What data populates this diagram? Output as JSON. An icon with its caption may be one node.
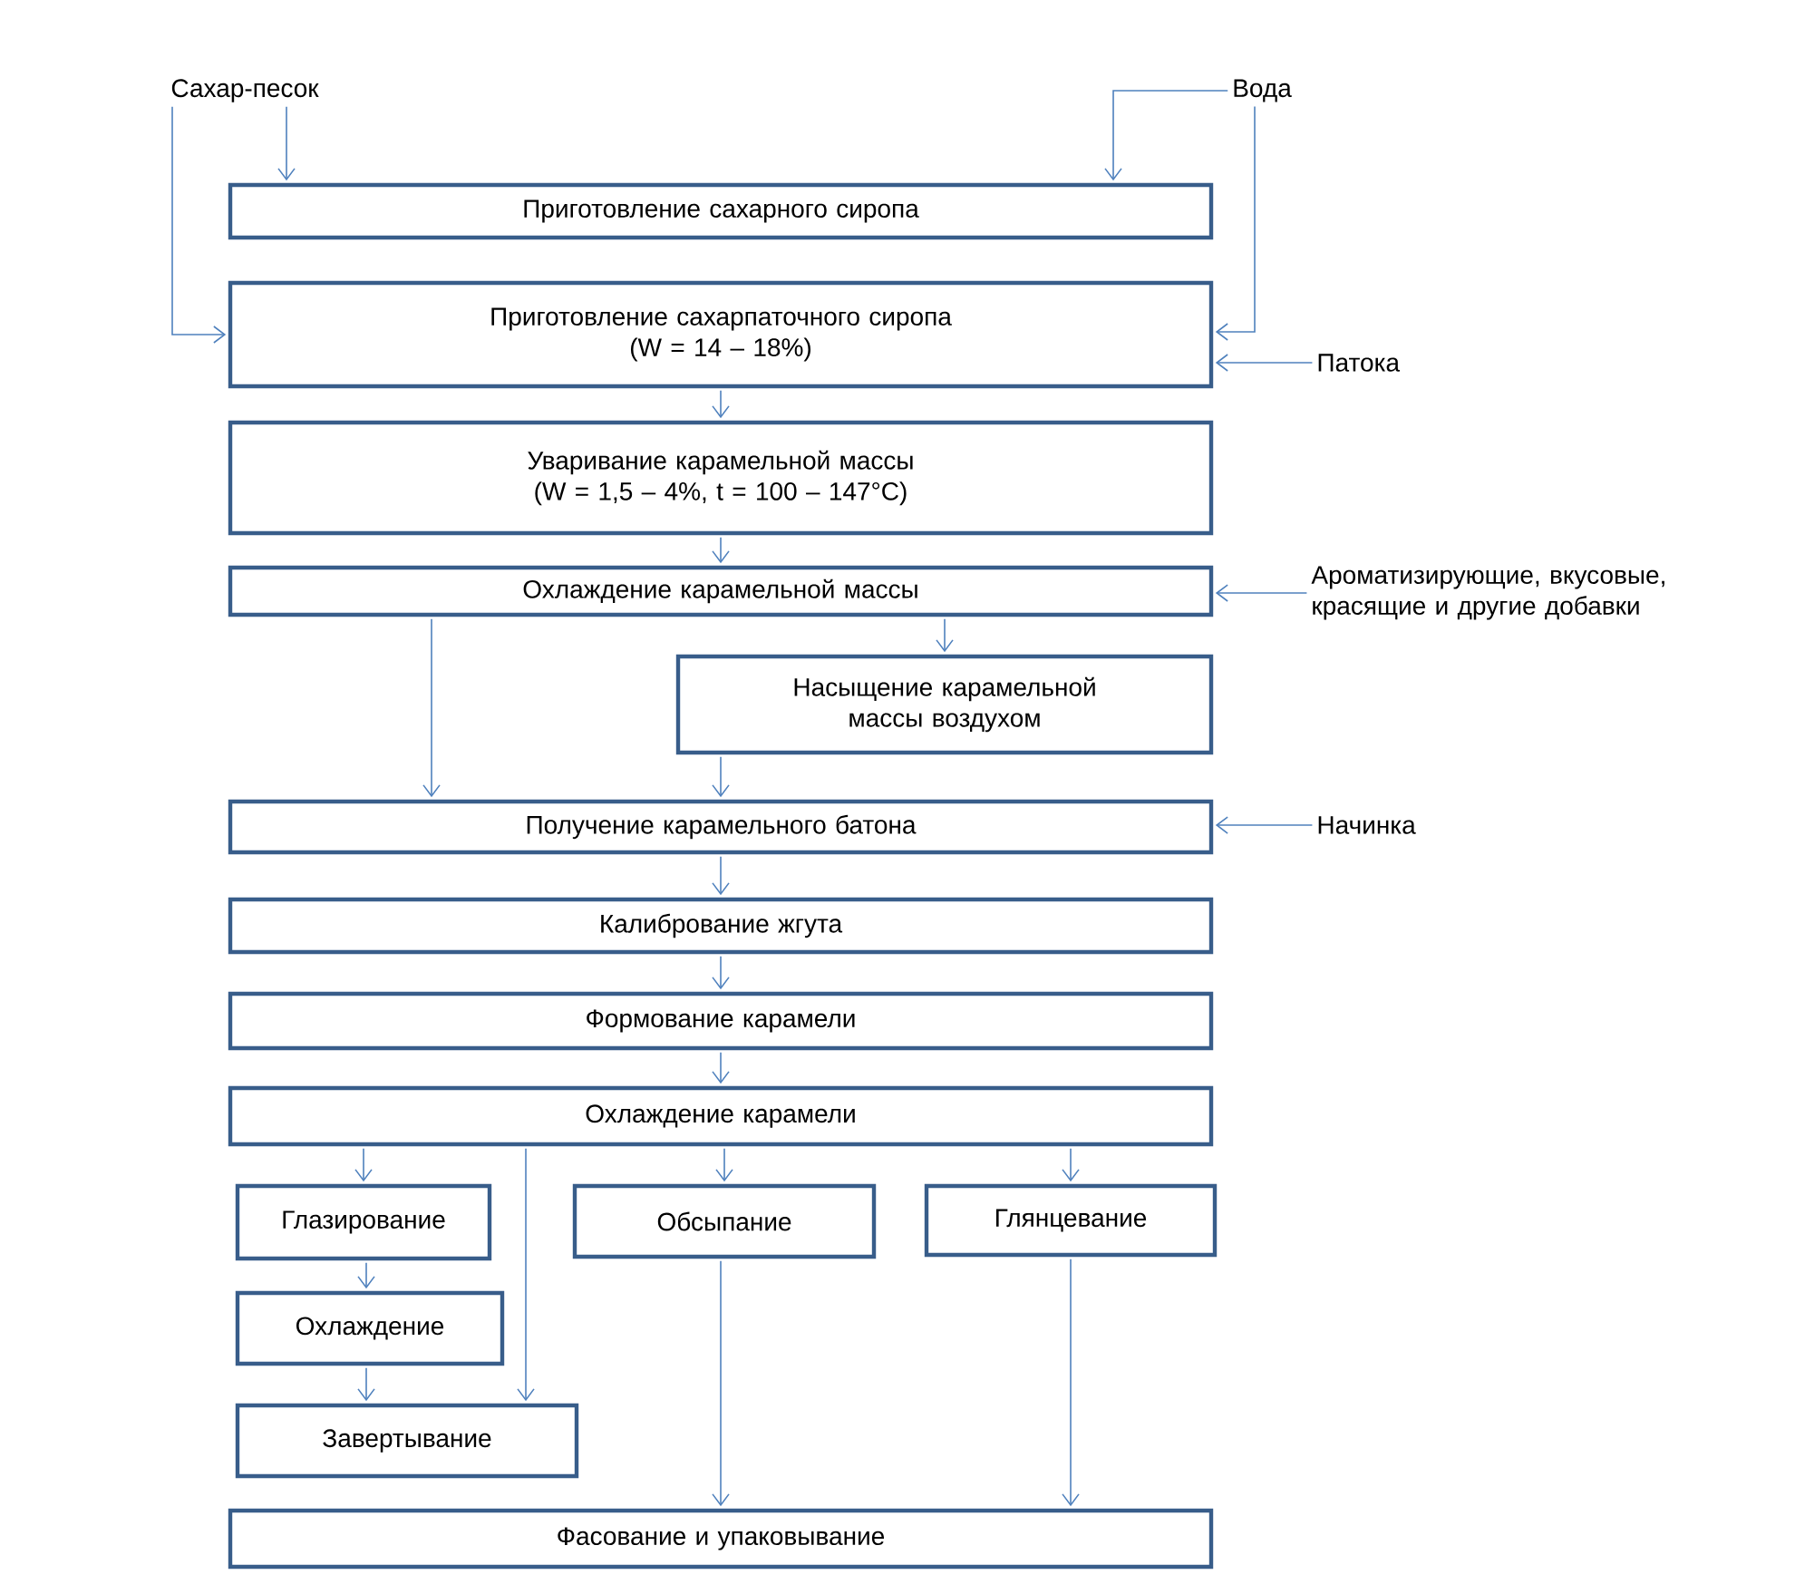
{
  "diagram": {
    "nodes": [
      {
        "text": [
          "Сахар-песок"
        ]
      },
      {
        "text": [
          "Вода"
        ]
      },
      {
        "text": [
          "Приготовление сахарного сиропа"
        ]
      },
      {
        "text": [
          "Приготовление сахарпаточного сиропа",
          "(W = 14 – 18%)"
        ]
      },
      {
        "text": [
          "Патока"
        ]
      },
      {
        "text": [
          "Уваривание карамельной массы",
          "(W = 1,5 – 4%, t = 100 – 147°C)"
        ]
      },
      {
        "text": [
          "Охлаждение карамельной массы"
        ]
      },
      {
        "text": [
          "Ароматизирующие, вкусовые, красящие и другие добавки"
        ]
      },
      {
        "text": [
          "Насыщение карамельной массы воздухом"
        ]
      },
      {
        "text": [
          "Получение карамельного батона"
        ]
      },
      {
        "text": [
          "Начинка"
        ]
      },
      {
        "text": [
          "Калибрование жгута"
        ]
      },
      {
        "text": [
          "Формование карамели"
        ]
      },
      {
        "text": [
          "Охлаждение карамели"
        ]
      },
      {
        "text": [
          "Глазирование"
        ]
      },
      {
        "text": [
          "Обсыпание"
        ]
      },
      {
        "text": [
          "Глянцевание"
        ]
      },
      {
        "text": [
          "Охлаждение"
        ]
      },
      {
        "text": [
          "Завертывание"
        ]
      },
      {
        "text": [
          "Фасование и упаковывание"
        ]
      }
    ],
    "edges": [
      {
        "from": 0,
        "to": 2,
        "arrow": "to"
      },
      {
        "from": 0,
        "to": 3,
        "arrow": "to"
      },
      {
        "from": 1,
        "to": 2,
        "arrow": "to"
      },
      {
        "from": 1,
        "to": 3,
        "arrow": "to"
      },
      {
        "from": 4,
        "to": 3,
        "arrow": "to"
      },
      {
        "from": 3,
        "to": 5,
        "arrow": "to"
      },
      {
        "from": 5,
        "to": 6,
        "arrow": "to"
      },
      {
        "from": 7,
        "to": 6,
        "arrow": "to"
      },
      {
        "from": 6,
        "to": 8,
        "arrow": "to"
      },
      {
        "from": 6,
        "to": 9,
        "arrow": "to"
      },
      {
        "from": 8,
        "to": 9,
        "arrow": "to"
      },
      {
        "from": 10,
        "to": 9,
        "arrow": "to"
      },
      {
        "from": 9,
        "to": 11,
        "arrow": "to"
      },
      {
        "from": 11,
        "to": 12,
        "arrow": "to"
      },
      {
        "from": 12,
        "to": 13,
        "arrow": "to"
      },
      {
        "from": 13,
        "to": 14,
        "arrow": "to"
      },
      {
        "from": 13,
        "to": 18,
        "arrow": "to"
      },
      {
        "from": 13,
        "to": 15,
        "arrow": "to"
      },
      {
        "from": 13,
        "to": 16,
        "arrow": "to"
      },
      {
        "from": 14,
        "to": 17,
        "arrow": "to"
      },
      {
        "from": 17,
        "to": 18,
        "arrow": "to"
      },
      {
        "from": 15,
        "to": 19,
        "arrow": "to"
      },
      {
        "from": 16,
        "to": 19,
        "arrow": "to"
      }
    ]
  }
}
